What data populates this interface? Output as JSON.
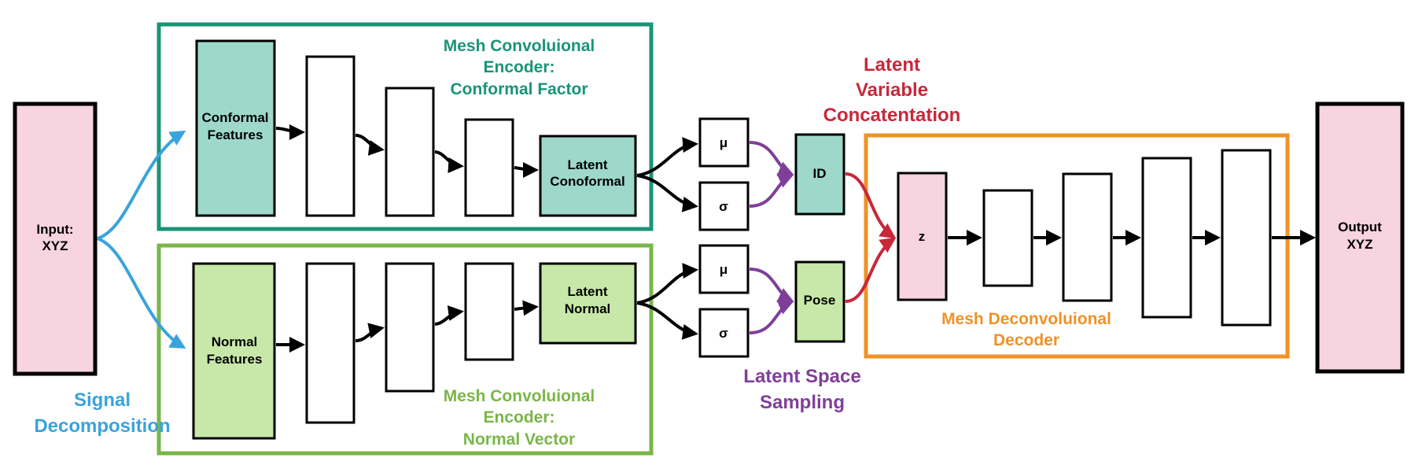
{
  "colors": {
    "conformal_frame": "#1a9477",
    "conformal_fill": "#9dd8cb",
    "normal_frame": "#7ab648",
    "normal_fill": "#c7e8a9",
    "io_fill": "#f8d3e0",
    "decoder_frame": "#ef9227",
    "signal": "#3aa3dc",
    "sampling": "#7f3f98",
    "concat": "#c7283a"
  },
  "input": {
    "line1": "Input:",
    "line2": "XYZ"
  },
  "output": {
    "line1": "Output",
    "line2": "XYZ"
  },
  "signal_label": {
    "line1": "Signal",
    "line2": "Decomposition"
  },
  "conformal_encoder": {
    "title": [
      "Mesh Convoluional",
      "Encoder:",
      "Conformal Factor"
    ],
    "features": [
      "Conformal",
      "Features"
    ],
    "latent": [
      "Latent",
      "Conoformal"
    ]
  },
  "normal_encoder": {
    "title": [
      "Mesh Convoluional",
      "Encoder:",
      "Normal Vector"
    ],
    "features": [
      "Normal",
      "Features"
    ],
    "latent": [
      "Latent",
      "Normal"
    ]
  },
  "sampling": {
    "mu": "μ",
    "sigma": "σ",
    "label": [
      "Latent Space",
      "Sampling"
    ]
  },
  "id_node": "ID",
  "pose_node": "Pose",
  "concat_label": [
    "Latent",
    "Variable",
    "Concatentation"
  ],
  "decoder": {
    "z": "z",
    "label": [
      "Mesh Deconvoluional",
      "Decoder"
    ]
  }
}
